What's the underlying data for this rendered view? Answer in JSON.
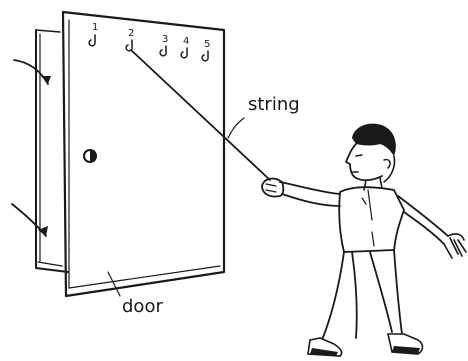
{
  "labels": {
    "string": "string",
    "door": "door"
  },
  "hooks": [
    {
      "number": "1"
    },
    {
      "number": "2"
    },
    {
      "number": "3"
    },
    {
      "number": "4"
    },
    {
      "number": "5"
    }
  ]
}
